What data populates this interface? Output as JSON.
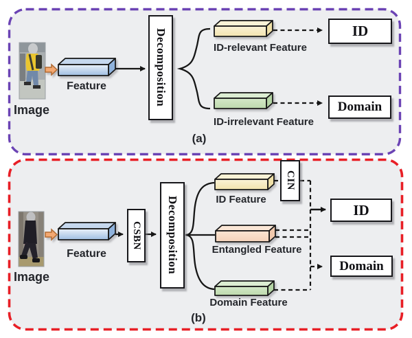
{
  "figure": {
    "panel_a": {
      "tag": "(a)",
      "image_label": "Image",
      "feature_label": "Feature",
      "decomposition_label": "Decomposition",
      "id_relevant_label": "ID-relevant Feature",
      "id_irrelevant_label": "ID-irrelevant Feature",
      "id_box_label": "ID",
      "domain_box_label": "Domain"
    },
    "panel_b": {
      "tag": "(b)",
      "image_label": "Image",
      "feature_label": "Feature",
      "csbn_label": "CSBN",
      "decomposition_label": "Decomposition",
      "cin_label": "CIN",
      "id_feature_label": "ID Feature",
      "entangled_feature_label": "Entangled Feature",
      "domain_feature_label": "Domain Feature",
      "id_box_label": "ID",
      "domain_box_label": "Domain"
    },
    "colors": {
      "panel_a_border": "#6b43b4",
      "panel_b_border": "#e81f26",
      "panel_background": "#edeef0",
      "feature_bar_blue": "#b9cfea",
      "id_bar_yellow": "#f6ecc2",
      "domain_bar_green": "#c8e1ba",
      "entangled_bar_salmon": "#f8dcc6",
      "input_arrow_orange": "#f4a871",
      "line_black": "#161616"
    }
  }
}
